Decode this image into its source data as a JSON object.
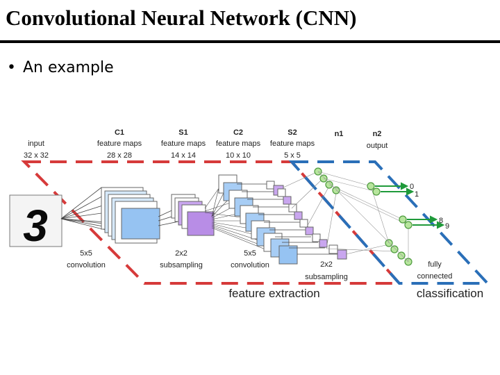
{
  "slide": {
    "title": "Convolutional Neural Network (CNN)",
    "bullet": "An example"
  },
  "diagram": {
    "input": {
      "title": "input",
      "size": "32 x 32",
      "digit": "3"
    },
    "c1": {
      "name": "C1",
      "desc": "feature maps",
      "size": "28 x 28"
    },
    "s1": {
      "name": "S1",
      "desc": "feature maps",
      "size": "14 x 14"
    },
    "c2": {
      "name": "C2",
      "desc": "feature maps",
      "size": "10 x 10"
    },
    "s2": {
      "name": "S2",
      "desc": "feature maps",
      "size": "5 x 5"
    },
    "n1": {
      "name": "n1"
    },
    "n2": {
      "name": "n2",
      "desc": "output"
    },
    "ops": {
      "conv1": {
        "kernel": "5x5",
        "op": "convolution"
      },
      "sub1": {
        "kernel": "2x2",
        "op": "subsampling"
      },
      "conv2": {
        "kernel": "5x5",
        "op": "convolution"
      },
      "sub2": {
        "kernel": "2x2",
        "op": "subsampling"
      },
      "fc": {
        "line1": "fully",
        "line2": "connected"
      }
    },
    "outputs": {
      "o0": "0",
      "o1": "1",
      "o8": "8",
      "o9": "9"
    },
    "groups": {
      "feature_extraction": "feature extraction",
      "classification": "classification"
    },
    "colors": {
      "feature_extraction_border": "#d63a3a",
      "classification_border": "#2a6fb8",
      "map_fill": "#a7cdf5",
      "map_fill_front": "#96c3f2",
      "pool_fill": "#c9a6ef",
      "neuron_fill": "#b7e59d",
      "neuron_stroke": "#4c9a3c",
      "arrow": "#1f9a3a"
    }
  }
}
